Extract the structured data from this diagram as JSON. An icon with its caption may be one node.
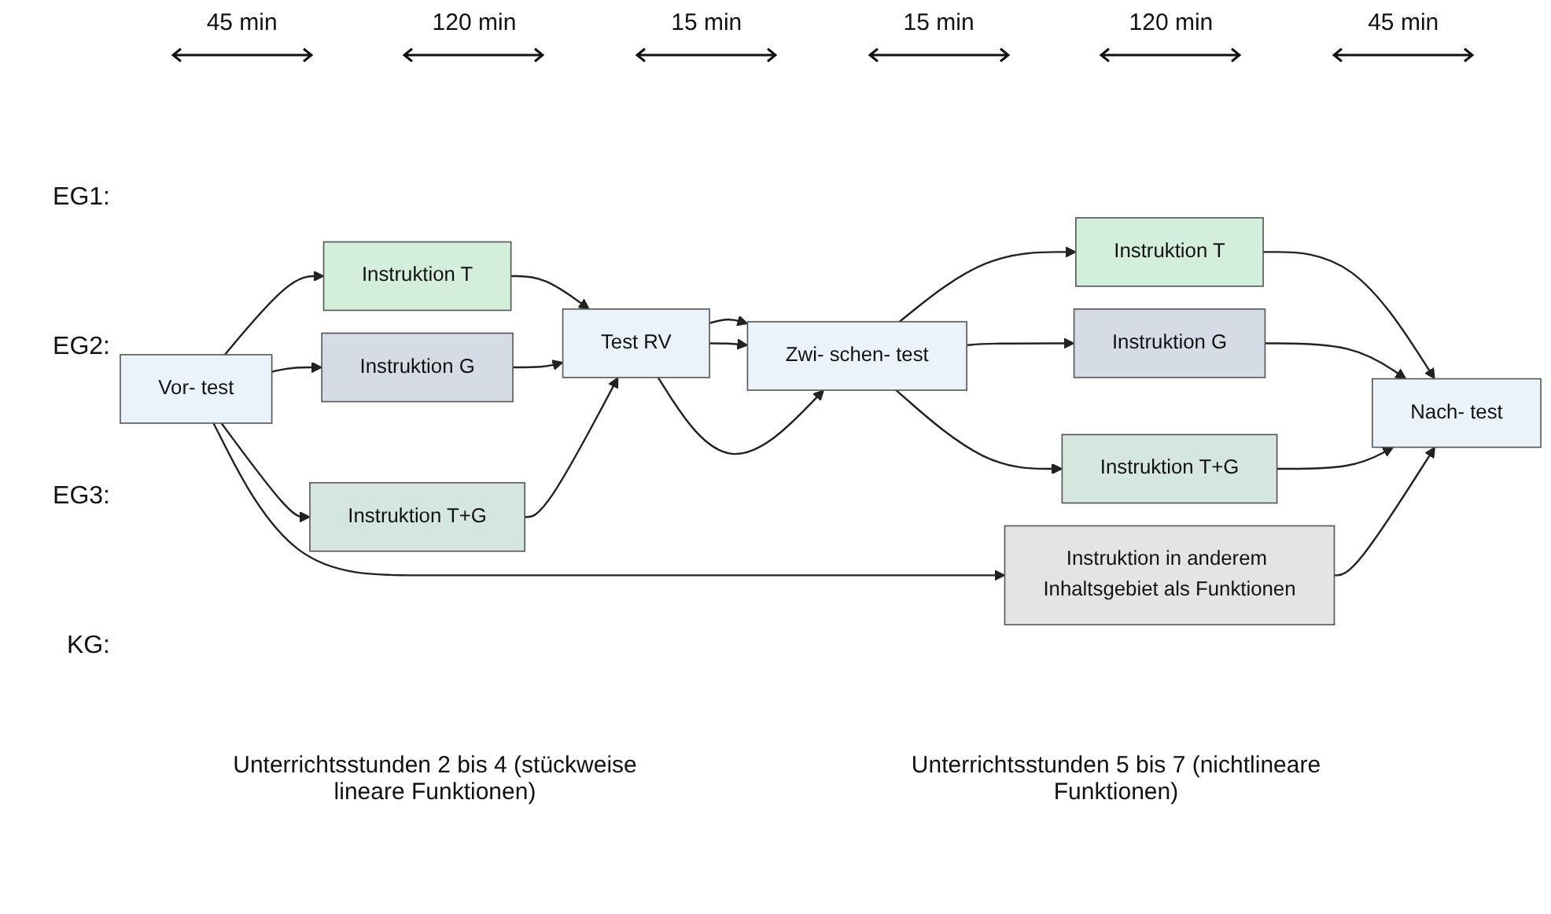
{
  "diagram": {
    "nodes": [
      {
        "text": [
          "Vor- test"
        ]
      },
      {
        "text": [
          "Instruktion T"
        ]
      },
      {
        "text": [
          "Instruktion G"
        ]
      },
      {
        "text": [
          "Instruktion T+G"
        ]
      },
      {
        "text": [
          "Instruktion in anderem Inhaltsgebiet als Funktionen"
        ]
      },
      {
        "text": [
          "Test RV"
        ]
      },
      {
        "text": [
          "Zwi- schen- test"
        ]
      },
      {
        "text": [
          "Instruktion T"
        ]
      },
      {
        "text": [
          "Instruktion G"
        ]
      },
      {
        "text": [
          "Instruktion T+G"
        ]
      },
      {
        "text": [
          "Nach- test"
        ]
      }
    ],
    "edges": [
      {
        "from": 0,
        "to": 1,
        "arrow": "to"
      },
      {
        "from": 0,
        "to": 2,
        "arrow": "to"
      },
      {
        "from": 0,
        "to": 3,
        "arrow": "to"
      },
      {
        "from": 0,
        "to": 4,
        "arrow": "to"
      },
      {
        "from": 1,
        "to": 5,
        "arrow": "to"
      },
      {
        "from": 2,
        "to": 5,
        "arrow": "to"
      },
      {
        "from": 3,
        "to": 5,
        "arrow": "to"
      },
      {
        "from": 5,
        "to": 6,
        "arrow": "to"
      },
      {
        "from": 5,
        "to": 6,
        "arrow": "to"
      },
      {
        "from": 5,
        "to": 6,
        "arrow": "to"
      },
      {
        "from": 6,
        "to": 7,
        "arrow": "to"
      },
      {
        "from": 6,
        "to": 8,
        "arrow": "to"
      },
      {
        "from": 6,
        "to": 9,
        "arrow": "to"
      },
      {
        "from": 7,
        "to": 10,
        "arrow": "to"
      },
      {
        "from": 8,
        "to": 10,
        "arrow": "to"
      },
      {
        "from": 9,
        "to": 10,
        "arrow": "to"
      },
      {
        "from": 4,
        "to": 10,
        "arrow": "to"
      }
    ],
    "labels": [
      "45 min",
      "120 min",
      "15 min",
      "15 min",
      "120 min",
      "45 min",
      "EG1:",
      "EG2:",
      "EG3:",
      "KG:",
      "Unterrichtsstunden 2 bis 4 (stückweise lineare Funktionen)",
      "Unterrichtsstunden 5 bis 7 (nichtlineare Funktionen)"
    ]
  }
}
